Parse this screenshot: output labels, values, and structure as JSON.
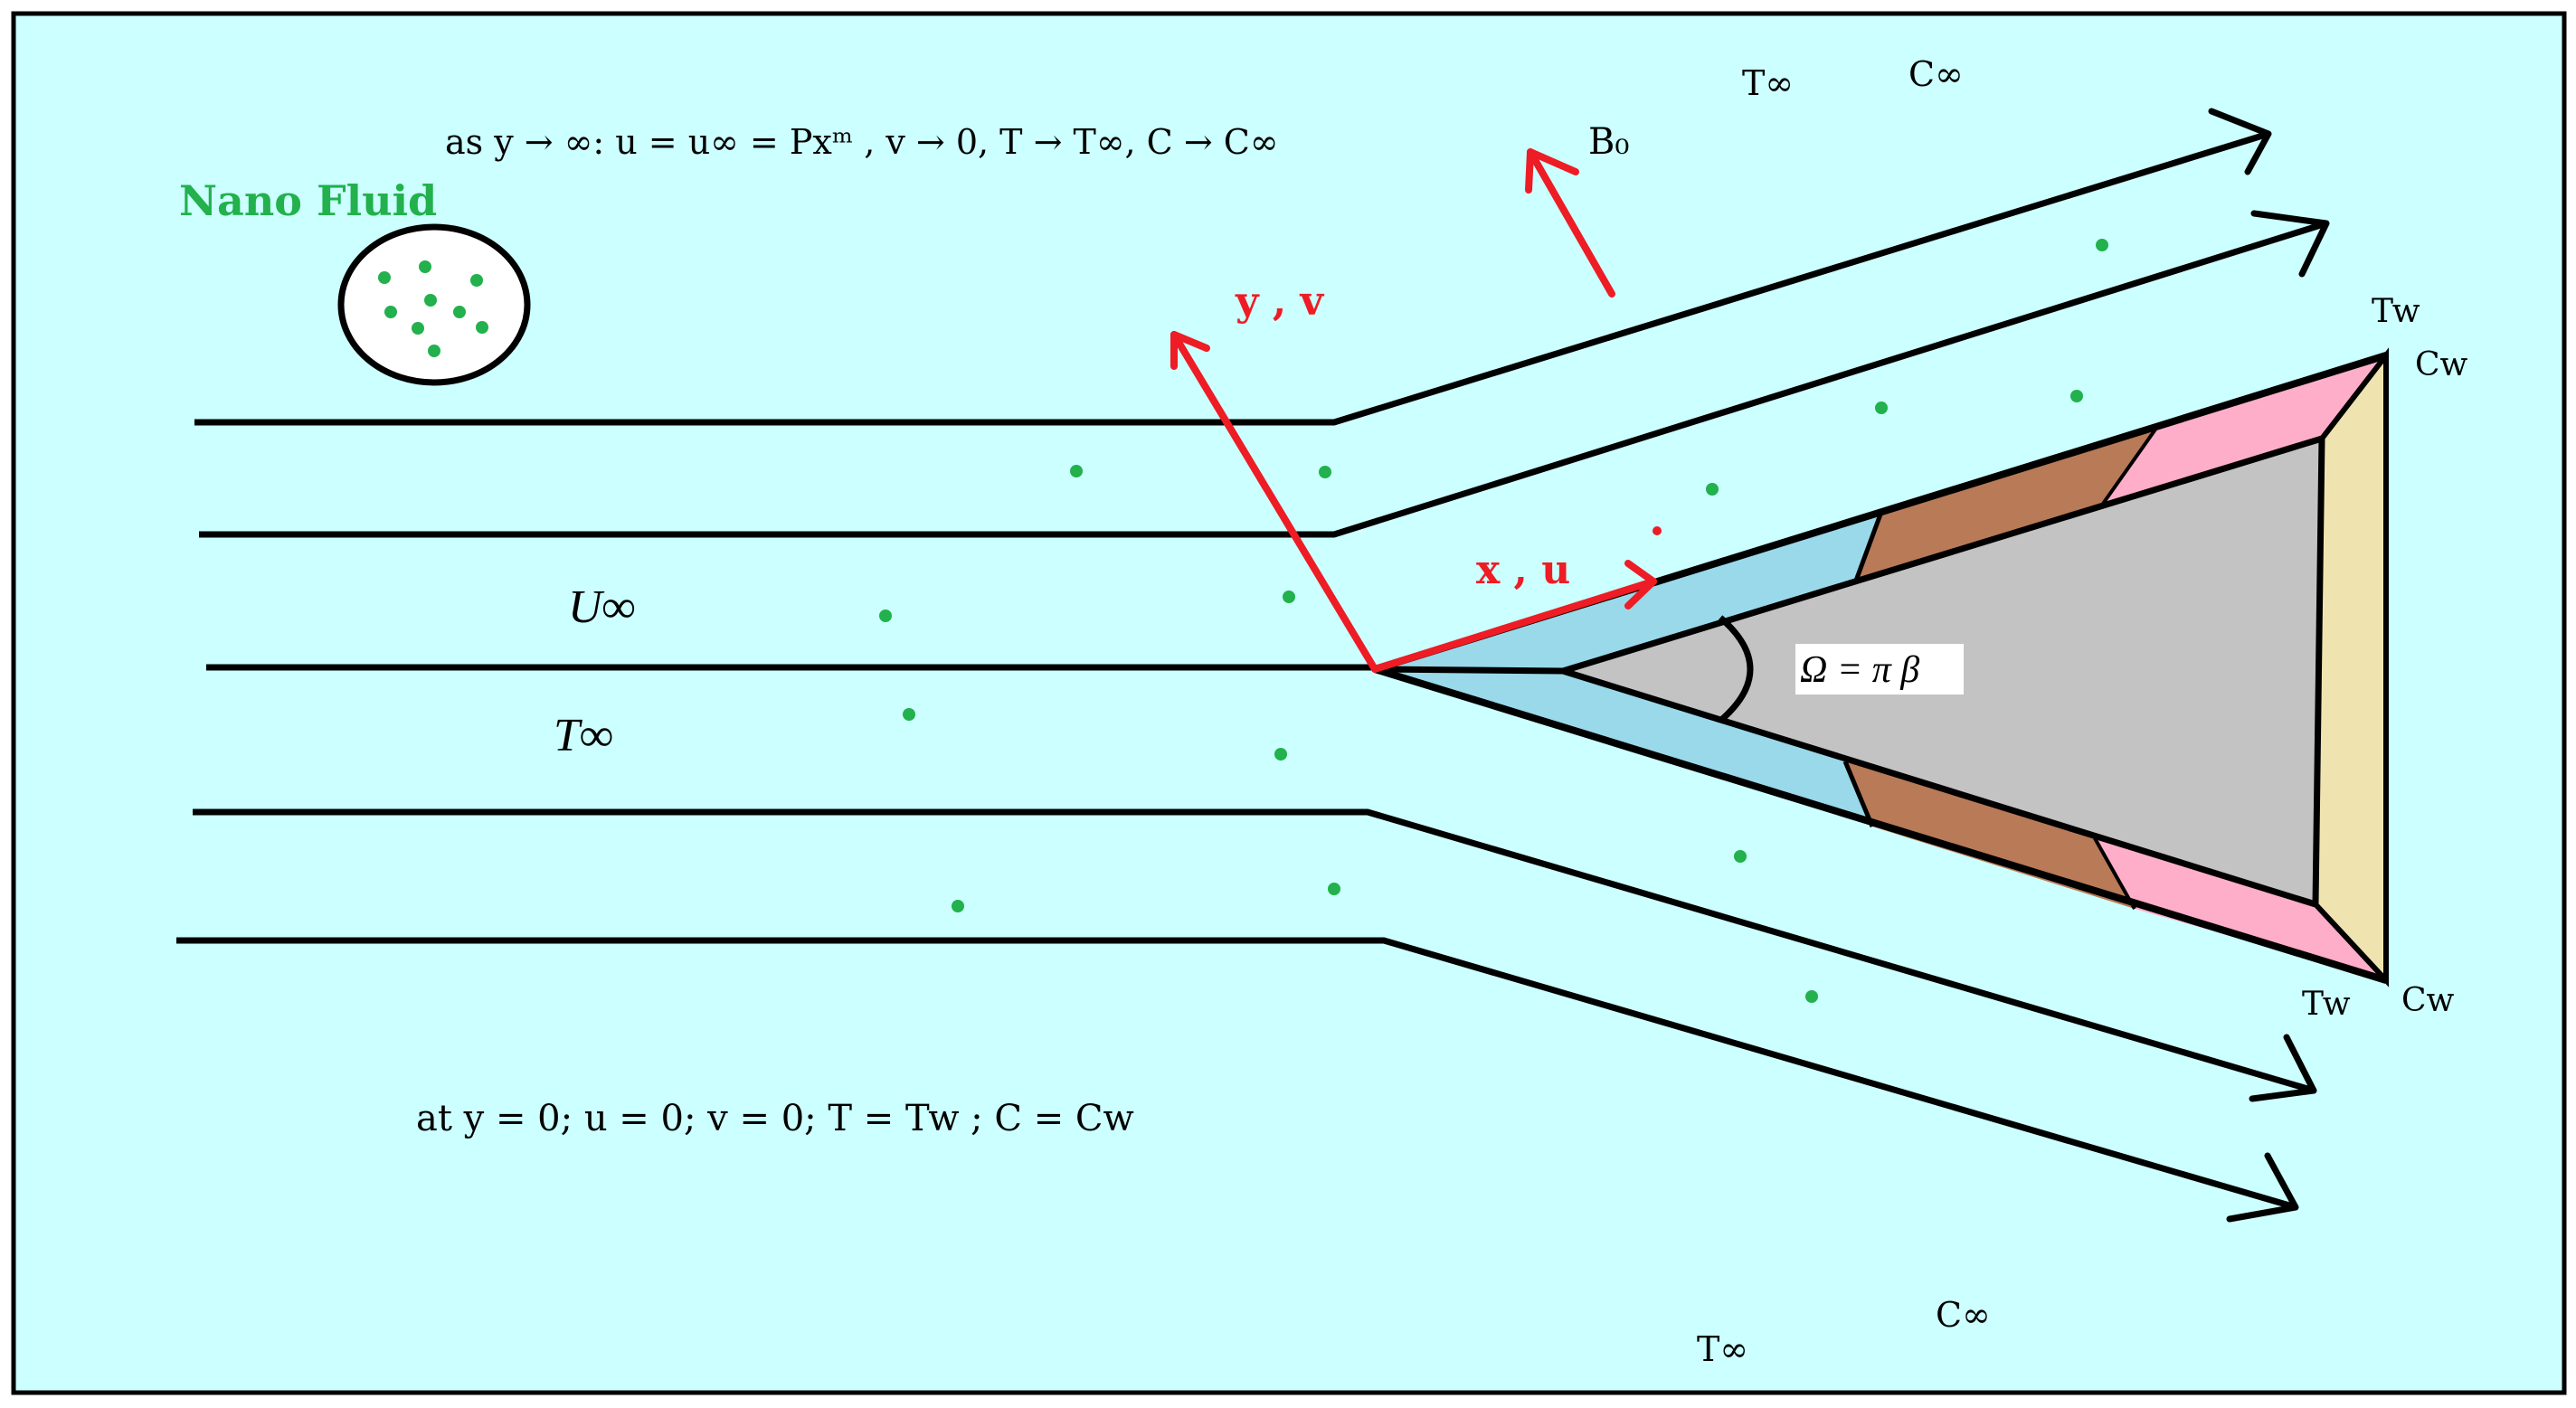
{
  "colors": {
    "background": "#ccffff",
    "border": "#000000",
    "streamline": "#000000",
    "axis_red": "#ee1c24",
    "nano_green": "#22b14c",
    "wedge_gray": "#c3c3c3",
    "wedge_blue": "#99d9ea",
    "wedge_brown": "#b97a57",
    "wedge_pink": "#ffaec9",
    "wedge_base": "#efe4b0"
  },
  "nano_fluid": {
    "label": "Nano Fluid"
  },
  "boundary_conditions": {
    "far_field": "as y → ∞: u = u∞ = Pxᵐ , v → 0, T → T∞, C → C∞",
    "wall": "at y = 0;  u = 0; v = 0;  T = Tw ; C = Cw"
  },
  "free_stream": {
    "velocity": "U∞",
    "temperature": "T∞"
  },
  "axes": {
    "y_axis": "y , v",
    "x_axis": "x , u"
  },
  "magnetic_field": {
    "label": "B₀"
  },
  "wedge": {
    "angle_label": "Ω = π β"
  },
  "far_field_labels": {
    "top_T": "T∞",
    "top_C": "C∞",
    "bottom_T": "T∞",
    "bottom_C": "C∞"
  },
  "wall_labels": {
    "top_T": "Tw",
    "top_C": "Cw",
    "bottom_T": "Tw",
    "bottom_C": "Cw"
  },
  "icons": {
    "arrowhead": "open-chevron-arrowhead-icon",
    "particle": "nanoparticle-dot-icon"
  }
}
